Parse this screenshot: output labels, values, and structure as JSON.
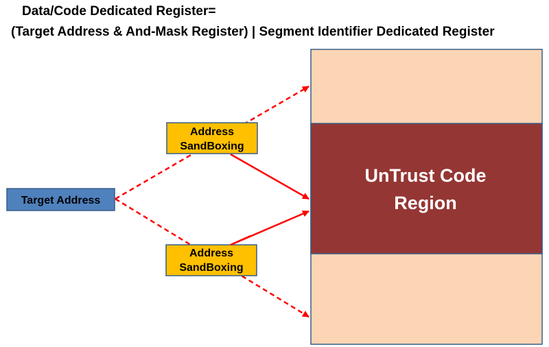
{
  "title": {
    "line1": "Data/Code Dedicated Register=",
    "line2": "(Target Address & And-Mask Register) | Segment Identifier Dedicated Register"
  },
  "nodes": {
    "target_address": {
      "label": "Target Address",
      "fill": "#4f81bd"
    },
    "sandbox_top": {
      "label_line1": "Address",
      "label_line2": "SandBoxing",
      "fill": "#ffc000"
    },
    "sandbox_bottom": {
      "label_line1": "Address",
      "label_line2": "SandBoxing",
      "fill": "#ffc000"
    },
    "memory_region": {
      "outer_fill": "#fcd5b5",
      "untrust_fill": "#943634",
      "untrust_label_line1": "UnTrust Code",
      "untrust_label_line2": "Region"
    }
  },
  "colors": {
    "arrow": "#ff0000",
    "border": "#385d8a"
  }
}
